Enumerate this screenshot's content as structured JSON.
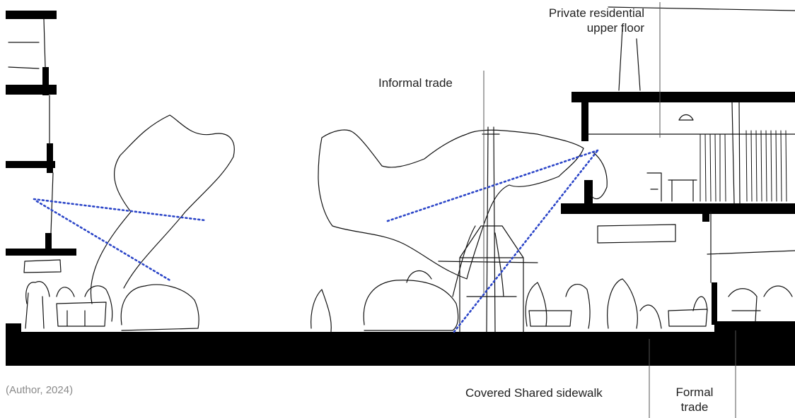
{
  "labels": {
    "private_upper_line1": "Private residential",
    "private_upper_line2": "upper floor",
    "informal_trade": "Informal trade",
    "covered_sidewalk": "Covered Shared sidewalk",
    "formal_trade_line1": "Formal",
    "formal_trade_line2": "trade"
  },
  "caption": "(Author, 2024)",
  "colors": {
    "ink": "#111111",
    "sightline": "#2b45c8",
    "leader": "#555555",
    "caption": "#8a8a8a"
  }
}
